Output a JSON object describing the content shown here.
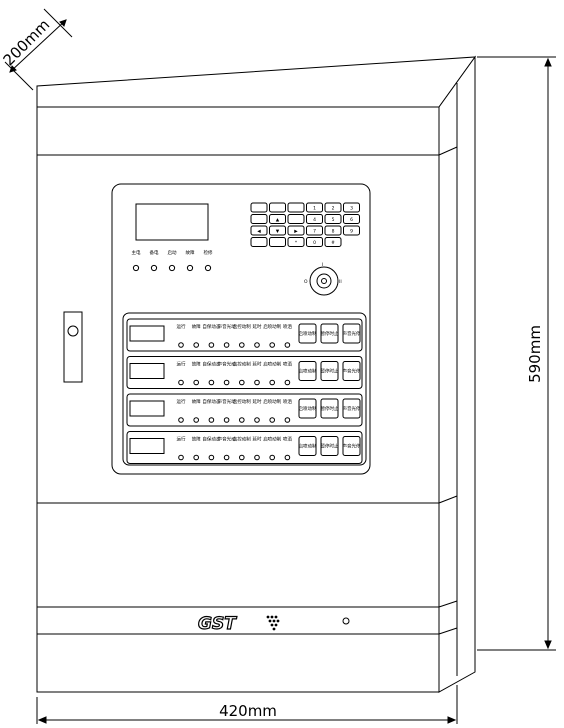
{
  "dimensions": {
    "depth": "200mm",
    "height": "590mm",
    "width": "420mm"
  },
  "brand": {
    "logo": "GST"
  },
  "status_indicators": [
    "主电",
    "备电",
    "启动",
    "故障",
    "检修"
  ],
  "module_labels": [
    "运行",
    "故障",
    "自保动态",
    "声音光动",
    "启控动制",
    "延时",
    "启喷动制",
    "喷洒"
  ],
  "module_buttons": [
    "启喷动制",
    "暂停时止",
    "声音光停"
  ],
  "keypad_keys": [
    "",
    "",
    "",
    "1",
    "2",
    "3",
    "",
    "▲",
    "",
    "4",
    "5",
    "6",
    "◀",
    "▼",
    "▶",
    "7",
    "8",
    "9",
    "",
    "",
    "*",
    "0",
    "#"
  ],
  "key_switch_marks": [
    "I",
    "O",
    "II"
  ]
}
